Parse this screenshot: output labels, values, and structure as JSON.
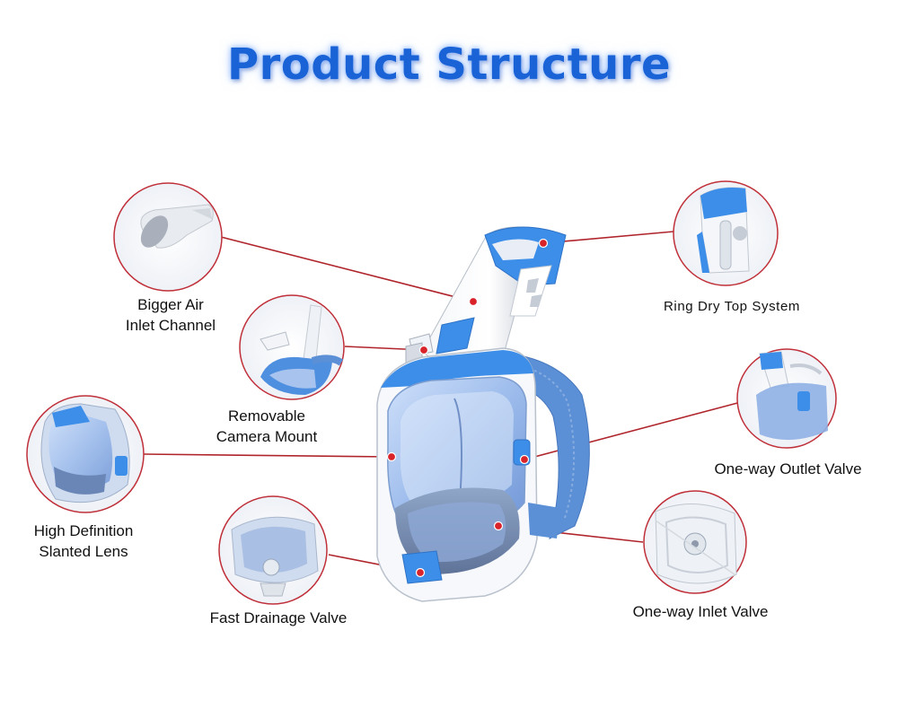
{
  "title": "Product Structure",
  "colors": {
    "title": "#1a63d6",
    "accent_blue": "#3d8ee8",
    "strap_blue": "#5b8fd6",
    "lens_blue": "#7fa6e0",
    "callout_line": "#b0252c",
    "callout_dot": "#d8232a",
    "circle_stroke": "#c0303a"
  },
  "callouts": [
    {
      "id": "air",
      "label": "Bigger Air\nInlet Channel"
    },
    {
      "id": "cam",
      "label": "Removable\nCamera Mount"
    },
    {
      "id": "lens",
      "label": "High Definition\nSlanted Lens"
    },
    {
      "id": "drain",
      "label": "Fast Drainage Valve"
    },
    {
      "id": "dry",
      "label": "Ring Dry Top System"
    },
    {
      "id": "outlet",
      "label": "One-way Outlet Valve"
    },
    {
      "id": "inlet",
      "label": "One-way Inlet Valve"
    }
  ]
}
